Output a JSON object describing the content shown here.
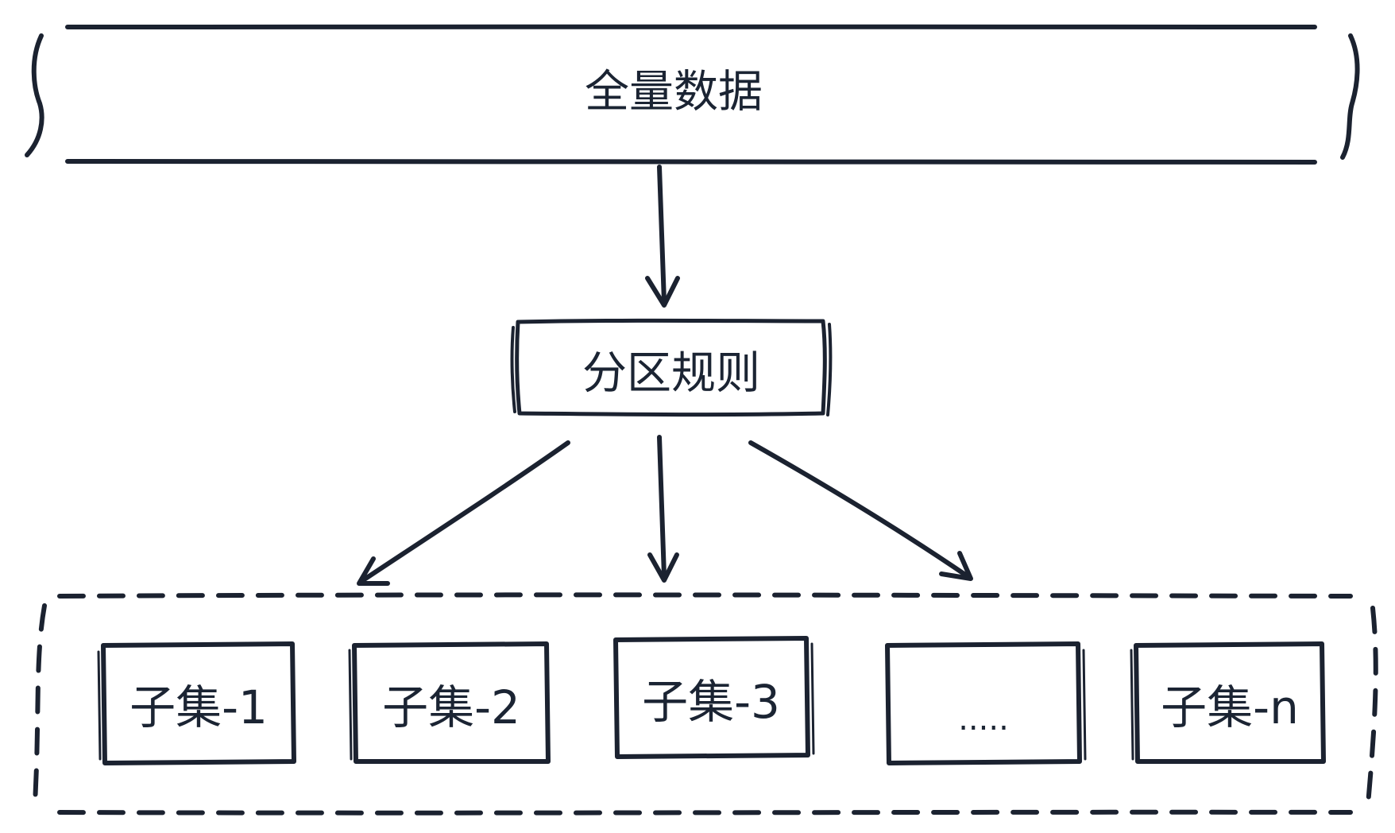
{
  "full_data": {
    "label": "全量数据"
  },
  "partition_rule": {
    "label": "分区规则"
  },
  "subsets": [
    {
      "label": "子集-1"
    },
    {
      "label": "子集-2"
    },
    {
      "label": "子集-3"
    },
    {
      "label": "....."
    },
    {
      "label": "子集-n"
    }
  ],
  "colors": {
    "ink": "#1b2230",
    "text": "#1b2433",
    "background": "#ffffff"
  }
}
